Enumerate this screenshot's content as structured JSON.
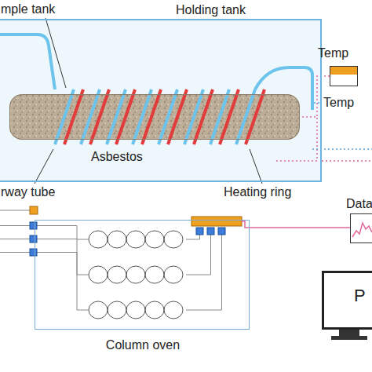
{
  "diagram": {
    "nodes": [
      {
        "text": [
          "Holding tank"
        ]
      },
      {
        "text": [
          "Asbestos"
        ],
        "in": 0
      },
      {
        "text": [
          "Temp"
        ]
      },
      {
        "text": [
          "Data"
        ]
      },
      {
        "text": [
          "Column oven"
        ]
      },
      {
        "text": [
          "P"
        ]
      }
    ],
    "edges": [
      {
        "from": 2,
        "to": 1,
        "arrow": "none"
      },
      {
        "from": 4,
        "to": 3,
        "arrow": "none"
      }
    ],
    "labels": [
      "mple tank",
      "rway tube",
      "Heating ring",
      "Temp"
    ]
  }
}
